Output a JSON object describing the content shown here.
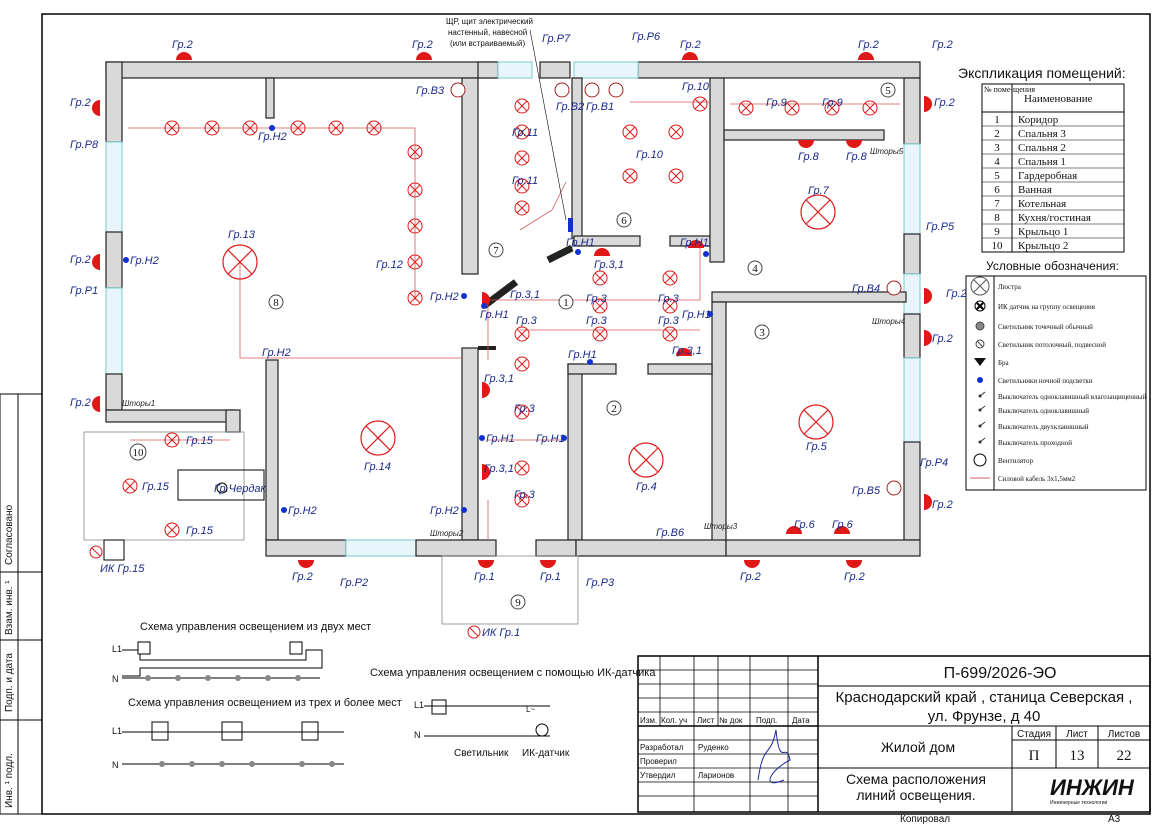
{
  "explication": {
    "title": "Экспликация помещений:",
    "col_num": "№ поме-щения",
    "col_name": "Наименование",
    "rows": [
      {
        "n": "1",
        "name": "Коридор"
      },
      {
        "n": "2",
        "name": "Спальня 3"
      },
      {
        "n": "3",
        "name": "Спальня 2"
      },
      {
        "n": "4",
        "name": "Спальня 1"
      },
      {
        "n": "5",
        "name": "Гардеробная"
      },
      {
        "n": "6",
        "name": "Ванная"
      },
      {
        "n": "7",
        "name": "Котельная"
      },
      {
        "n": "8",
        "name": "Кухня/гостиная"
      },
      {
        "n": "9",
        "name": "Крыльцо 1"
      },
      {
        "n": "10",
        "name": "Крыльцо 2"
      }
    ]
  },
  "legend": {
    "title": "Условные обозначения:",
    "items": [
      {
        "icon": "chandelier",
        "text": "Люстра"
      },
      {
        "icon": "ir-sensor",
        "text": "ИК датчик на группу освещения"
      },
      {
        "icon": "spot",
        "text": "Светильник точечный обычный"
      },
      {
        "icon": "ceiling",
        "text": "Светильник потолочный, подвесной"
      },
      {
        "icon": "sconce",
        "text": "Бра"
      },
      {
        "icon": "night",
        "text": "Светильники ночной подсветки"
      },
      {
        "icon": "sw-moist",
        "text": "Выключатель одноклавишный влагозащищенный"
      },
      {
        "icon": "sw1",
        "text": "Выключатель одноклавишный"
      },
      {
        "icon": "sw2",
        "text": "Выключатель двухклавишный"
      },
      {
        "icon": "swp",
        "text": "Выключатель проходной"
      },
      {
        "icon": "fan",
        "text": "Вентилятор"
      },
      {
        "icon": "cable",
        "text": "Силовой кабель 3х1,5мм2"
      }
    ]
  },
  "panel_note": [
    "ЩР, щит электрический",
    "настенный, навесной",
    "(или встраиваемый)"
  ],
  "schemes": {
    "two_places": "Схема управления освещением из двух мест",
    "three_places": "Схема управления освещением из трех и более мест",
    "ir": "Схема управления освещением с помощью ИК-датчика",
    "L1": "L1",
    "N": "N",
    "L": "L~",
    "lamp": "Светильник",
    "sensor": "ИК-датчик"
  },
  "side_stamp": [
    "Согласовано",
    "Взам. инв. ¹",
    "Подп. и дата",
    "Инв. ¹ подл."
  ],
  "title_block": {
    "code": "П-699/2026-ЭО",
    "address1": "Краснодарский край , станица Северская ,",
    "address2": "ул. Фрунзе, д 40",
    "object": "Жилой дом",
    "sheet_title1": "Схема расположения",
    "sheet_title2": "линий освещения.",
    "h_izm": "Изм.",
    "h_kol": "Кол. уч",
    "h_list": "Лист",
    "h_ndok": "№ док",
    "h_podp": "Подп.",
    "h_data": "Дата",
    "h_stage": "Стадия",
    "h_sheet": "Лист",
    "h_sheets": "Листов",
    "stage": "П",
    "sheet": "13",
    "sheets": "22",
    "r1": "Разработал",
    "r1n": "Руденко",
    "r2": "Проверил",
    "r3": "Утвердил",
    "r3n": "Ларионов",
    "logo": "ИНЖИН",
    "logo_sub": "Инженерные технологии",
    "copied": "Копировал",
    "format": "А3"
  },
  "rooms": [
    "1",
    "2",
    "3",
    "4",
    "5",
    "6",
    "7",
    "8",
    "9",
    "10"
  ],
  "labels": {
    "gr2": "Гр.2",
    "gr1": "Гр.1",
    "gr3": "Гр.3",
    "gr31": "Гр.3,1",
    "gr4": "Гр.4",
    "gr5": "Гр.5",
    "gr6": "Гр.6",
    "gr7": "Гр.7",
    "gr8": "Гр.8",
    "gr9": "Гр.9",
    "gr10": "Гр.10",
    "gr11": "Гр.11",
    "gr12": "Гр.12",
    "gr13": "Гр.13",
    "gr14": "Гр.14",
    "gr15": "Гр.15",
    "grH1": "Гр.Н1",
    "grH2": "Гр.Н2",
    "grB1": "Гр.В1",
    "grB2": "Гр.В2",
    "grB3": "Гр.В3",
    "grB4": "Гр.В4",
    "grB5": "Гр.В5",
    "grB6": "Гр.В6",
    "grP1": "Гр.Р1",
    "grP2": "Гр.Р2",
    "grP3": "Гр.Р3",
    "grP4": "Гр.Р4",
    "grP5": "Гр.Р5",
    "grP6": "Гр.Р6",
    "grP7": "Гр.Р7",
    "grP8": "Гр.Р8",
    "attic": "Гр.Чердак",
    "ir15": "ИК Гр.15",
    "ir1": "ИК Гр.1",
    "shtory1": "Шторы1",
    "shtory2": "Шторы2",
    "shtory3": "Шторы3",
    "shtory4": "Шторы4",
    "shtory5": "Шторы5"
  }
}
